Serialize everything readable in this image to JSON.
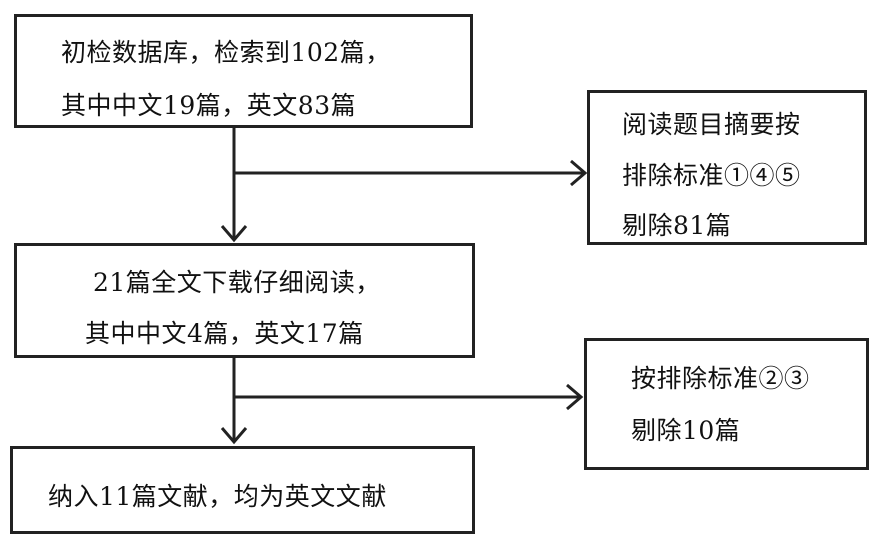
{
  "flow": {
    "step1": {
      "line1": "初检数据库，检索到102篇，",
      "line2": "其中中文19篇，英文83篇"
    },
    "exclude1": {
      "line1": "阅读题目摘要按",
      "line2": "排除标准①④⑤",
      "line3": "剔除81篇"
    },
    "step2": {
      "line1": "21篇全文下载仔细阅读，",
      "line2": "其中中文4篇，英文17篇"
    },
    "exclude2": {
      "line1": "按排除标准②③",
      "line2": "剔除10篇"
    },
    "step3": {
      "line1": "纳入11篇文献，均为英文文献"
    }
  }
}
